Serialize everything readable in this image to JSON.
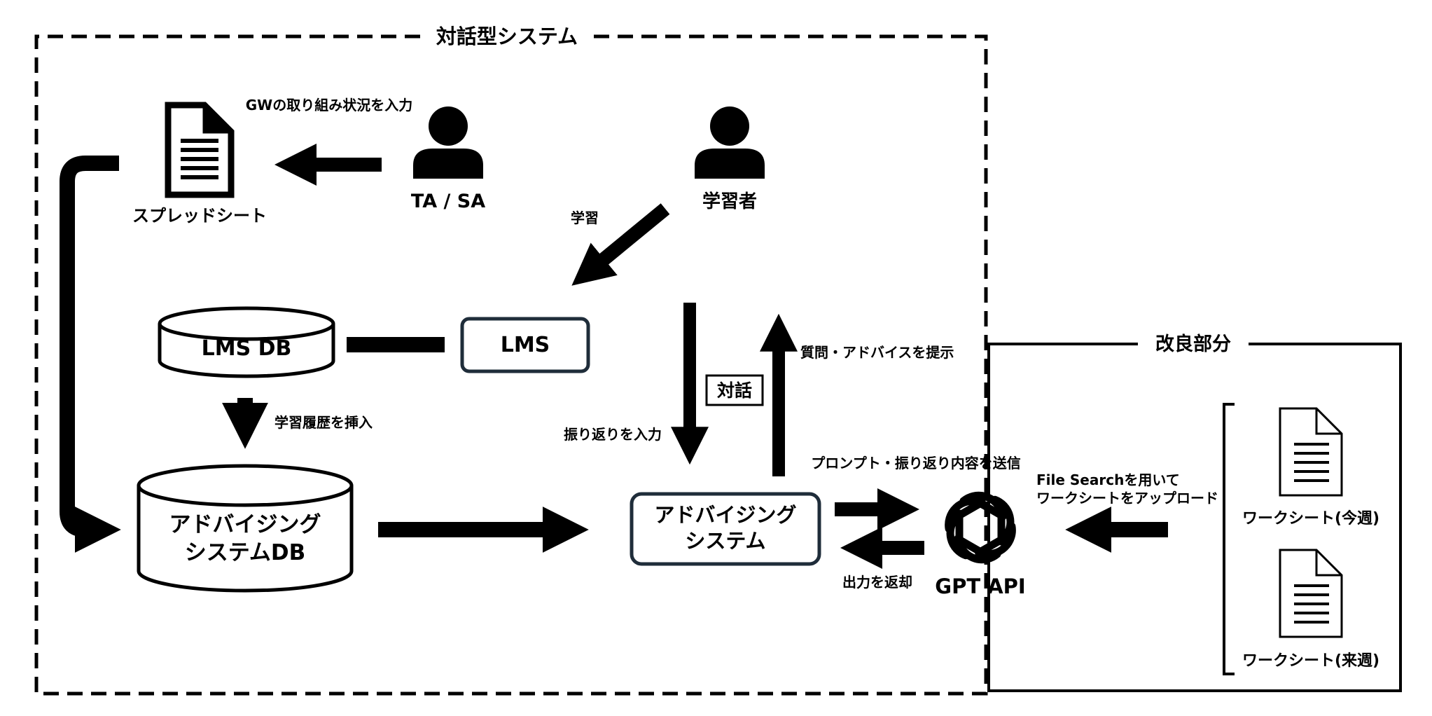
{
  "outer_system": {
    "title": "対話型システム"
  },
  "improvement": {
    "title": "改良部分"
  },
  "actors": {
    "ta_sa": "TA / SA",
    "learner": "学習者"
  },
  "nodes": {
    "spreadsheet": "スプレッドシート",
    "lms_db": "LMS DB",
    "lms": "LMS",
    "advising_db_line1": "アドバイジング",
    "advising_db_line2": "システムDB",
    "advising_sys_line1": "アドバイジング",
    "advising_sys_line2": "システム",
    "gpt_api": "GPT API",
    "worksheet_this_week": "ワークシート(今週)",
    "worksheet_next_week": "ワークシート(来週)"
  },
  "edges": {
    "gw_input": "GWの取り組み状況を入力",
    "study": "学習",
    "history_insert": "学習履歴を挿入",
    "reflection_input": "振り返りを入力",
    "dialogue": "対話",
    "question_advice": "質問・アドバイスを提示",
    "prompt_send": "プロンプト・振り返り内容を送信",
    "output_return": "出力を返却",
    "file_search_line1": "File Searchを用いて",
    "file_search_line2": "ワークシートをアップロード"
  },
  "colors": {
    "ink": "#000000",
    "box_border": "#1f2d3a",
    "background": "#ffffff"
  },
  "icons": [
    "document-icon",
    "person-icon",
    "openai-logo-icon"
  ]
}
